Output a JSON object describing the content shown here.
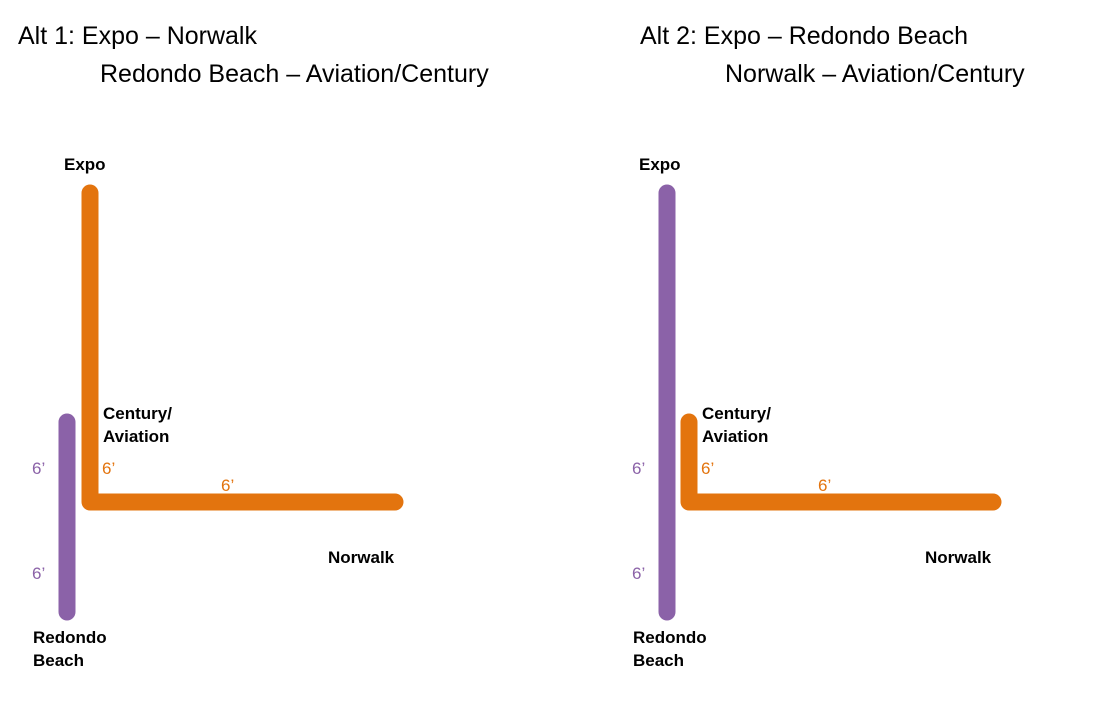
{
  "colors": {
    "orange": "#E3740E",
    "purple": "#8B62A8",
    "text": "#000000",
    "background": "#FFFFFF"
  },
  "alt1": {
    "title_line_1": "Alt 1:  Expo – Norwalk",
    "title_line_2": "Redondo Beach – Aviation/Century",
    "labels": {
      "expo": "Expo",
      "century_aviation_line1": "Century/",
      "century_aviation_line2": "Aviation",
      "norwalk": "Norwalk",
      "redondo_line1": "Redondo",
      "redondo_line2": "Beach"
    },
    "dimensions": {
      "purple_upper": "6’",
      "purple_lower": "6’",
      "orange_vertical": "6’",
      "orange_horizontal": "6’"
    },
    "routes": [
      {
        "name": "expo-norwalk-route",
        "color": "#E3740E",
        "description": "Expo down to Century/Aviation then east to Norwalk"
      },
      {
        "name": "redondo-beach-aviation-route",
        "color": "#8B62A8",
        "description": "Redondo Beach north to Aviation/Century"
      }
    ]
  },
  "alt2": {
    "title_line_1": "Alt 2:  Expo – Redondo Beach",
    "title_line_2": "Norwalk – Aviation/Century",
    "labels": {
      "expo": "Expo",
      "century_aviation_line1": "Century/",
      "century_aviation_line2": "Aviation",
      "norwalk": "Norwalk",
      "redondo_line1": "Redondo",
      "redondo_line2": "Beach"
    },
    "dimensions": {
      "purple_upper": "6’",
      "purple_lower": "6’",
      "orange_vertical": "6’",
      "orange_horizontal": "6’"
    },
    "routes": [
      {
        "name": "expo-redondo-beach-route",
        "color": "#8B62A8",
        "description": "Expo straight south to Redondo Beach"
      },
      {
        "name": "norwalk-aviation-route",
        "color": "#E3740E",
        "description": "Aviation/Century east to Norwalk"
      }
    ]
  }
}
